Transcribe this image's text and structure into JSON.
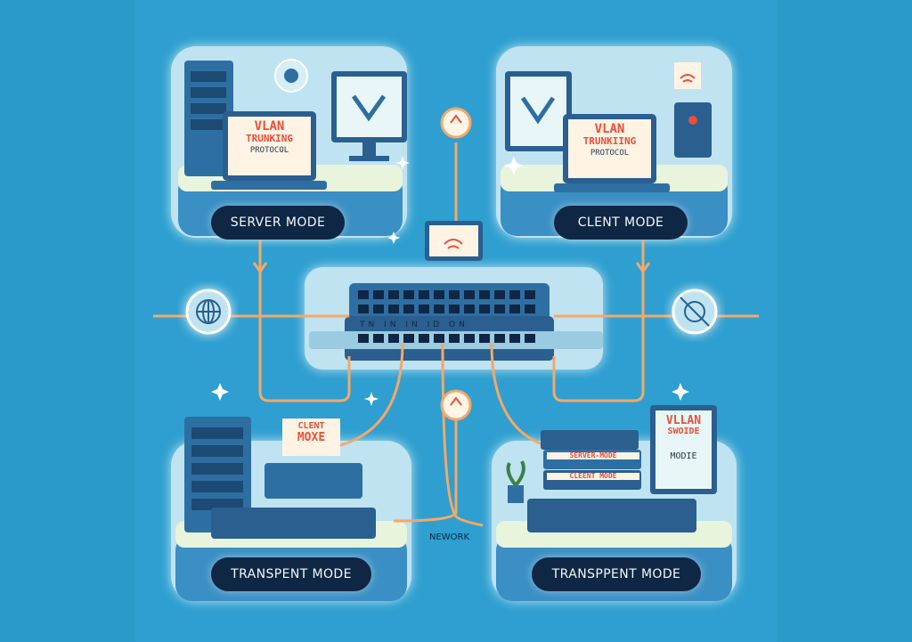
{
  "quadrants": {
    "top_left": {
      "mode_label": "SERVER MODE",
      "screen_line1": "VLAN",
      "screen_line2": "TRUNKING",
      "screen_line3": "PROTOCOL"
    },
    "top_right": {
      "mode_label": "CLENT MODE",
      "screen_line1": "VLAN",
      "screen_line2": "TRUNKIING",
      "screen_line3": "PROTOCOL"
    },
    "bottom_left": {
      "mode_label": "TRANSPENT MODE",
      "sign_line1": "CLENT",
      "sign_line2": "MOXE"
    },
    "bottom_right": {
      "mode_label": "TRANSPPENT MODE",
      "sign_line1": "VLLAN",
      "sign_line2": "SWOIDE",
      "sign_line3": "MODIE",
      "strip1": "SERVER-MODE",
      "strip2": "CLEENT MODE"
    }
  },
  "center": {
    "network_label": "NEWORK",
    "port_labels": "TN IN IN ID ON"
  },
  "colors": {
    "background": "#2e9fd0",
    "panel": "#cfeaf4",
    "pill": "#0f2744",
    "cable": "#f5a868",
    "accent": "#e8503a"
  }
}
